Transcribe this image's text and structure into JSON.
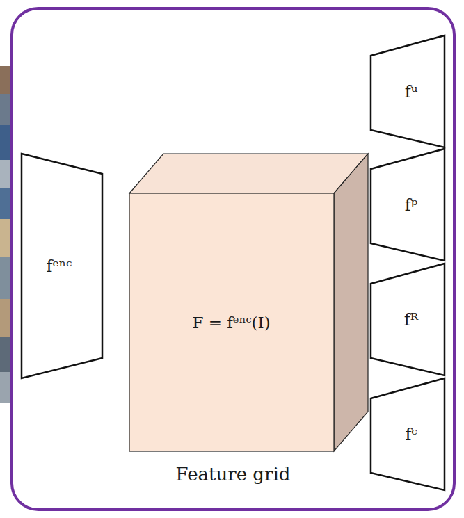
{
  "diagram": {
    "nodes": [
      {
        "text": [
          "Feature grid"
        ]
      },
      {
        "text": [
          "fᵉⁿᶜ"
        ],
        "in": 0
      },
      {
        "text": [
          "F = fᵉⁿᶜ(I)"
        ],
        "in": 0
      },
      {
        "text": [
          "fᵘ"
        ],
        "in": 0
      },
      {
        "text": [
          "fᵖ"
        ],
        "in": 0
      },
      {
        "text": [
          "fᴿ"
        ],
        "in": 0
      },
      {
        "text": [
          "fᶜ"
        ],
        "in": 0
      }
    ]
  }
}
